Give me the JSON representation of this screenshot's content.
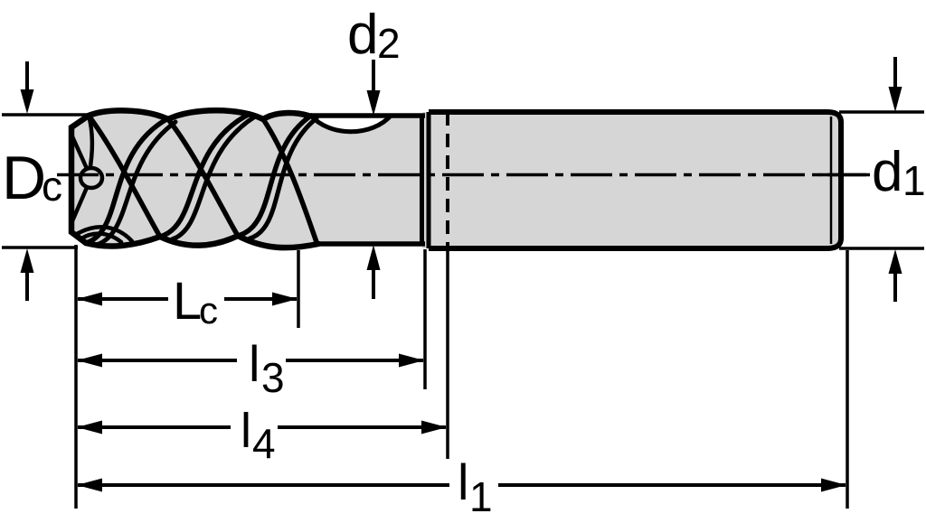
{
  "figure": {
    "kind": "technical-drawing",
    "subject_label": "end-mill side view with dimension callouts"
  },
  "colors": {
    "background": "#ffffff",
    "body_fill": "#d6d6d6",
    "line": "#000000"
  },
  "labels": {
    "dc": {
      "main": "D",
      "sub": "c"
    },
    "d2": {
      "main": "d",
      "sub": "2"
    },
    "d1": {
      "main": "d",
      "sub": "1"
    },
    "lc": {
      "main": "L",
      "sub": "c"
    },
    "l3": {
      "main": "l",
      "sub": "3"
    },
    "l4": {
      "main": "l",
      "sub": "4"
    },
    "l1": {
      "main": "l",
      "sub": "1"
    }
  }
}
